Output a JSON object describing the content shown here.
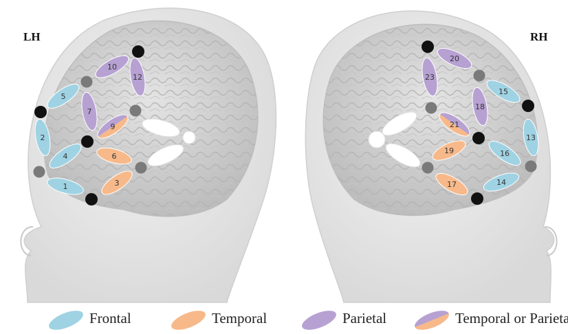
{
  "labels": {
    "left_hemisphere": "LH",
    "right_hemisphere": "RH"
  },
  "colors": {
    "frontal": "#9fd3e3",
    "temporal": "#f7b98a",
    "parietal": "#b7a1d2",
    "source": "#111111",
    "detector": "#7a7a7a",
    "head": "#e6e6e6",
    "brain": "#d6d6d6"
  },
  "channels": [
    {
      "id": "1",
      "region": "frontal"
    },
    {
      "id": "2",
      "region": "frontal"
    },
    {
      "id": "3",
      "region": "temporal"
    },
    {
      "id": "4",
      "region": "frontal"
    },
    {
      "id": "5",
      "region": "frontal"
    },
    {
      "id": "6",
      "region": "temporal"
    },
    {
      "id": "7",
      "region": "parietal"
    },
    {
      "id": "9",
      "region": "temporal-or-parietal"
    },
    {
      "id": "10",
      "region": "parietal"
    },
    {
      "id": "12",
      "region": "parietal"
    },
    {
      "id": "13",
      "region": "frontal"
    },
    {
      "id": "14",
      "region": "frontal"
    },
    {
      "id": "15",
      "region": "frontal"
    },
    {
      "id": "16",
      "region": "frontal"
    },
    {
      "id": "17",
      "region": "temporal"
    },
    {
      "id": "18",
      "region": "parietal"
    },
    {
      "id": "19",
      "region": "temporal"
    },
    {
      "id": "20",
      "region": "parietal"
    },
    {
      "id": "21",
      "region": "temporal-or-parietal"
    },
    {
      "id": "23",
      "region": "parietal"
    }
  ],
  "legend": [
    {
      "key": "frontal",
      "label": "Frontal"
    },
    {
      "key": "temporal",
      "label": "Temporal"
    },
    {
      "key": "parietal",
      "label": "Parietal"
    },
    {
      "key": "temporal-or-parietal",
      "label": "Temporal or Parietal"
    }
  ]
}
